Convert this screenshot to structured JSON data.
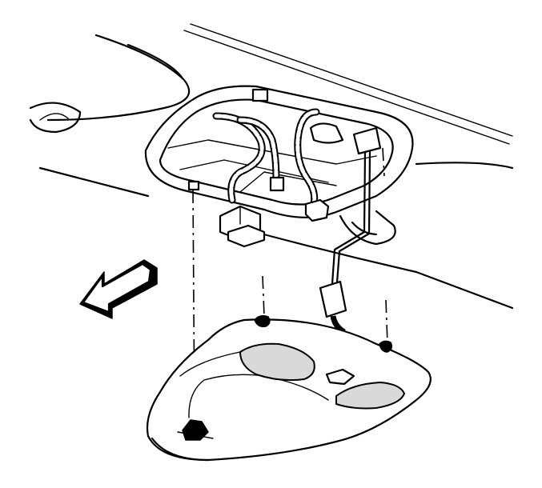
{
  "diagram": {
    "kind": "overhead-console-removal-illustration",
    "parts": [
      "roof-headliner",
      "roof-opening",
      "wiring-harness",
      "harness-connectors",
      "overhead-console",
      "console-lamp-lenses",
      "console-retainers",
      "direction-arrow"
    ],
    "colors": {
      "line": "#000000",
      "fill": "#ffffff",
      "shade": "#d9d9d9"
    },
    "arrow_direction": "front-of-vehicle-left-down"
  }
}
